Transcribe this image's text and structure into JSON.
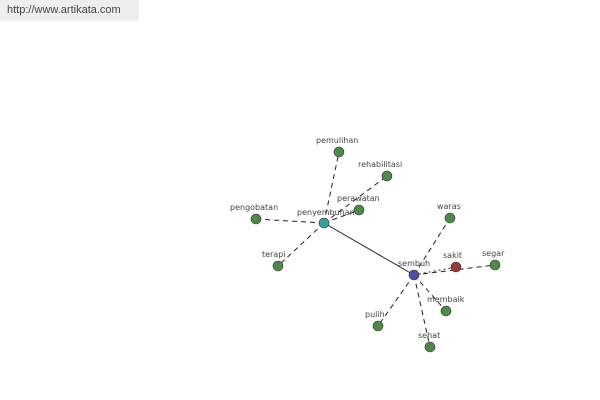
{
  "watermark": "http://www.artikata.com",
  "colors": {
    "hub_penyembuhan": "#3a9e9a",
    "hub_sembuh": "#4b4fa0",
    "leaf": "#4e8a47",
    "antonym": "#9a3a3a",
    "edge": "#222222"
  },
  "graph": {
    "nodes": [
      {
        "id": "penyembuhan",
        "label": "penyembuhan",
        "kind": "hub_penyembuhan"
      },
      {
        "id": "sembuh",
        "label": "sembuh",
        "kind": "hub_sembuh"
      },
      {
        "id": "pemulihan",
        "label": "pemulihan",
        "kind": "leaf"
      },
      {
        "id": "rehabilitasi",
        "label": "rehabilitasi",
        "kind": "leaf"
      },
      {
        "id": "perawatan",
        "label": "perawatan",
        "kind": "leaf"
      },
      {
        "id": "pengobatan",
        "label": "pengobatan",
        "kind": "leaf"
      },
      {
        "id": "terapi",
        "label": "terapi",
        "kind": "leaf"
      },
      {
        "id": "waras",
        "label": "waras",
        "kind": "leaf"
      },
      {
        "id": "sakit",
        "label": "sakit",
        "kind": "antonym"
      },
      {
        "id": "segar",
        "label": "segar",
        "kind": "leaf"
      },
      {
        "id": "membaik",
        "label": "membaik",
        "kind": "leaf"
      },
      {
        "id": "pulih",
        "label": "pulih",
        "kind": "leaf"
      },
      {
        "id": "sehat",
        "label": "sehat",
        "kind": "leaf"
      }
    ],
    "edges": [
      {
        "from": "penyembuhan",
        "to": "sembuh",
        "style": "solid"
      },
      {
        "from": "penyembuhan",
        "to": "pemulihan",
        "style": "dashed"
      },
      {
        "from": "penyembuhan",
        "to": "rehabilitasi",
        "style": "dashed"
      },
      {
        "from": "penyembuhan",
        "to": "perawatan",
        "style": "dashed"
      },
      {
        "from": "penyembuhan",
        "to": "pengobatan",
        "style": "dashed"
      },
      {
        "from": "penyembuhan",
        "to": "terapi",
        "style": "dashed"
      },
      {
        "from": "sembuh",
        "to": "waras",
        "style": "dashed"
      },
      {
        "from": "sembuh",
        "to": "sakit",
        "style": "dotted"
      },
      {
        "from": "sembuh",
        "to": "segar",
        "style": "dashed"
      },
      {
        "from": "sembuh",
        "to": "membaik",
        "style": "dashed"
      },
      {
        "from": "sembuh",
        "to": "pulih",
        "style": "dashed"
      },
      {
        "from": "sembuh",
        "to": "sehat",
        "style": "dashed"
      }
    ]
  }
}
